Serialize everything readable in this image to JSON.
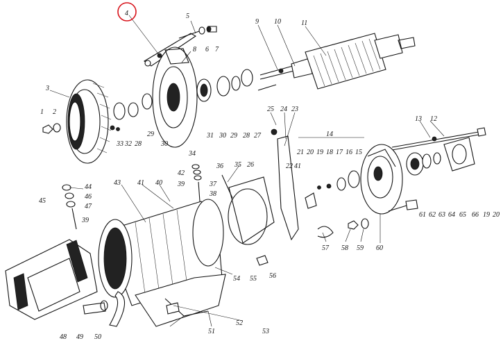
{
  "highlight_label": "4",
  "labels": [
    {
      "id": "4",
      "text": "4"
    },
    {
      "id": "5",
      "text": "5"
    },
    {
      "id": "6",
      "text": "6"
    },
    {
      "id": "7",
      "text": "7"
    },
    {
      "id": "8",
      "text": "8"
    },
    {
      "id": "9",
      "text": "9"
    },
    {
      "id": "10",
      "text": "10"
    },
    {
      "id": "11",
      "text": "11"
    },
    {
      "id": "3",
      "text": "3"
    },
    {
      "id": "1",
      "text": "1"
    },
    {
      "id": "2",
      "text": "2"
    },
    {
      "id": "33",
      "text": "33"
    },
    {
      "id": "32",
      "text": "32"
    },
    {
      "id": "28a",
      "text": "28"
    },
    {
      "id": "29a",
      "text": "29"
    },
    {
      "id": "30a",
      "text": "30"
    },
    {
      "id": "31",
      "text": "31"
    },
    {
      "id": "30b",
      "text": "30"
    },
    {
      "id": "29b",
      "text": "29"
    },
    {
      "id": "28b",
      "text": "28"
    },
    {
      "id": "27",
      "text": "27"
    },
    {
      "id": "25",
      "text": "25"
    },
    {
      "id": "24",
      "text": "24"
    },
    {
      "id": "23",
      "text": "23"
    },
    {
      "id": "13",
      "text": "13"
    },
    {
      "id": "12",
      "text": "12"
    },
    {
      "id": "14",
      "text": "14"
    },
    {
      "id": "21",
      "text": "21"
    },
    {
      "id": "20",
      "text": "20"
    },
    {
      "id": "19",
      "text": "19"
    },
    {
      "id": "18",
      "text": "18"
    },
    {
      "id": "17",
      "text": "17"
    },
    {
      "id": "16",
      "text": "16"
    },
    {
      "id": "15",
      "text": "15"
    },
    {
      "id": "22",
      "text": "22"
    },
    {
      "id": "41a",
      "text": "41"
    },
    {
      "id": "34",
      "text": "34"
    },
    {
      "id": "36",
      "text": "36"
    },
    {
      "id": "42",
      "text": "42"
    },
    {
      "id": "35",
      "text": "35"
    },
    {
      "id": "26",
      "text": "26"
    },
    {
      "id": "39a",
      "text": "39"
    },
    {
      "id": "37",
      "text": "37"
    },
    {
      "id": "38",
      "text": "38"
    },
    {
      "id": "43",
      "text": "43"
    },
    {
      "id": "41b",
      "text": "41"
    },
    {
      "id": "40",
      "text": "40"
    },
    {
      "id": "44",
      "text": "44"
    },
    {
      "id": "45",
      "text": "45"
    },
    {
      "id": "46",
      "text": "46"
    },
    {
      "id": "47",
      "text": "47"
    },
    {
      "id": "39b",
      "text": "39"
    },
    {
      "id": "61",
      "text": "61"
    },
    {
      "id": "62",
      "text": "62"
    },
    {
      "id": "63",
      "text": "63"
    },
    {
      "id": "64",
      "text": "64"
    },
    {
      "id": "65",
      "text": "65"
    },
    {
      "id": "66",
      "text": "66"
    },
    {
      "id": "19b",
      "text": "19"
    },
    {
      "id": "20b",
      "text": "20"
    },
    {
      "id": "57",
      "text": "57"
    },
    {
      "id": "58",
      "text": "58"
    },
    {
      "id": "59",
      "text": "59"
    },
    {
      "id": "60",
      "text": "60"
    },
    {
      "id": "54",
      "text": "54"
    },
    {
      "id": "55",
      "text": "55"
    },
    {
      "id": "56",
      "text": "56"
    },
    {
      "id": "48",
      "text": "48"
    },
    {
      "id": "49",
      "text": "49"
    },
    {
      "id": "50",
      "text": "50"
    },
    {
      "id": "51",
      "text": "51"
    },
    {
      "id": "52",
      "text": "52"
    },
    {
      "id": "53",
      "text": "53"
    }
  ]
}
